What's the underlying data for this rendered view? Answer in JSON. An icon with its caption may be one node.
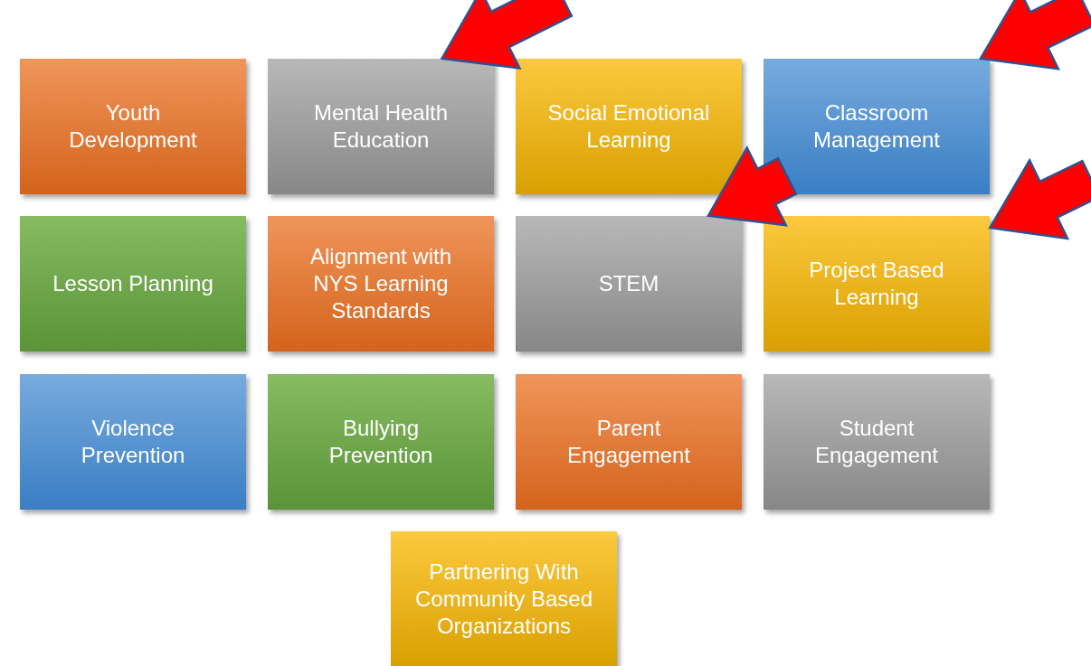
{
  "diagram": {
    "nodes": [
      {
        "text": [
          "Youth Development"
        ]
      },
      {
        "text": [
          "Mental Health Education"
        ]
      },
      {
        "text": [
          "Social Emotional Learning"
        ]
      },
      {
        "text": [
          "Classroom Management"
        ]
      },
      {
        "text": [
          "Lesson Planning"
        ]
      },
      {
        "text": [
          "Alignment with NYS Learning Standards"
        ]
      },
      {
        "text": [
          "STEM"
        ]
      },
      {
        "text": [
          "Project Based Learning"
        ]
      },
      {
        "text": [
          "Violence Prevention"
        ]
      },
      {
        "text": [
          "Bullying Prevention"
        ]
      },
      {
        "text": [
          "Parent Engagement"
        ]
      },
      {
        "text": [
          "Student Engagement"
        ]
      },
      {
        "text": [
          "Partnering With Community Based Organizations"
        ]
      }
    ],
    "edges": [
      {
        "from": null,
        "to": 1,
        "arrow": "to"
      },
      {
        "from": null,
        "to": 3,
        "arrow": "to"
      },
      {
        "from": null,
        "to": 6,
        "arrow": "to"
      },
      {
        "from": null,
        "to": 7,
        "arrow": "to"
      }
    ]
  }
}
